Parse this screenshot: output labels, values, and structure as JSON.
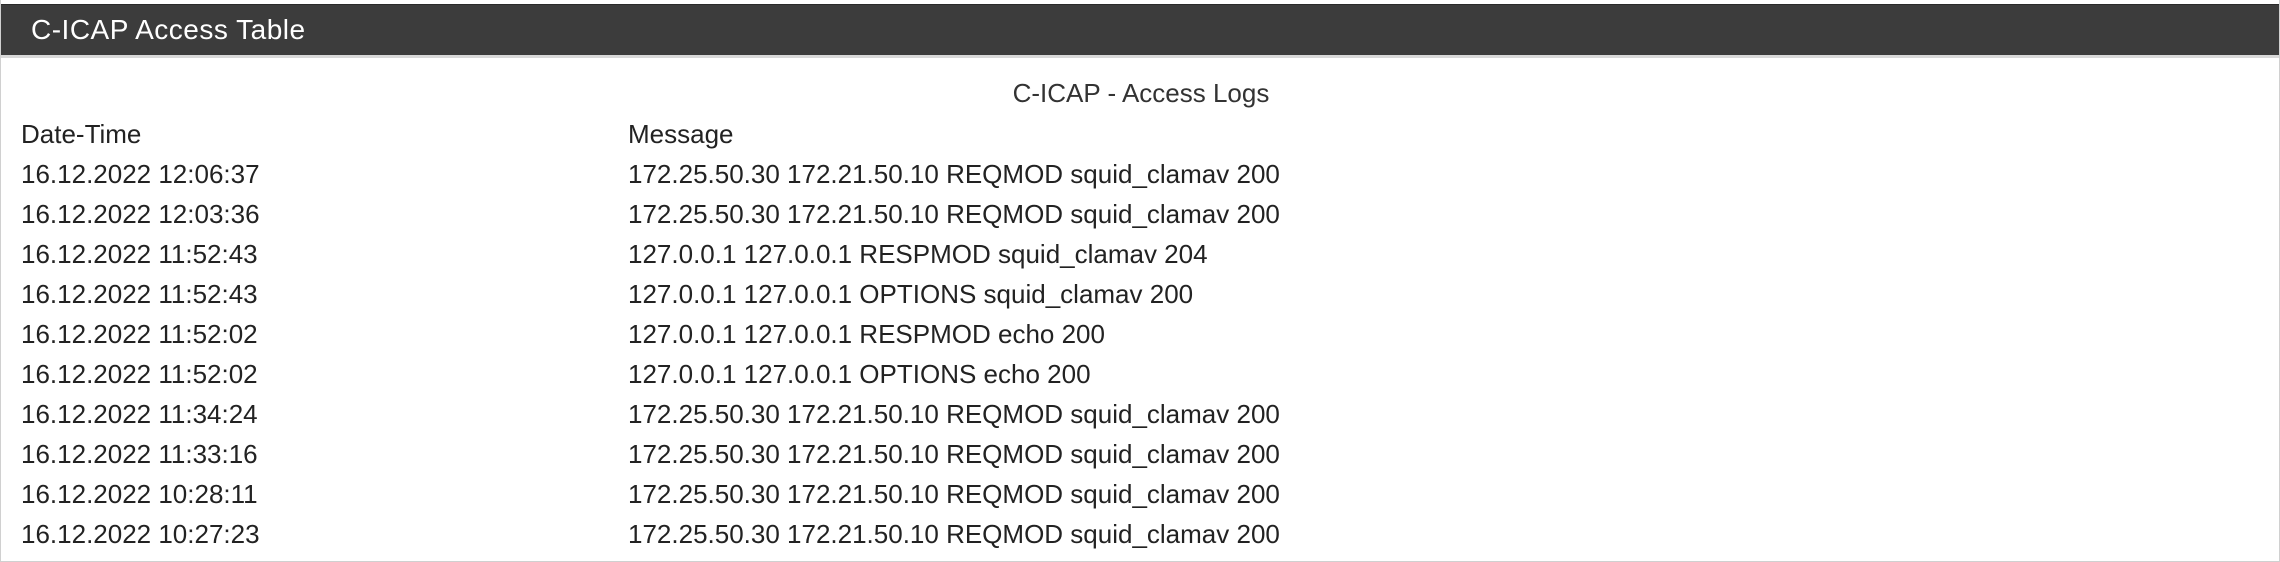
{
  "panel": {
    "title": "C-ICAP Access Table"
  },
  "log": {
    "title": "C-ICAP - Access Logs",
    "columns": [
      "Date-Time",
      "Message"
    ],
    "rows": [
      {
        "datetime": "16.12.2022 12:06:37",
        "message": "172.25.50.30 172.21.50.10 REQMOD squid_clamav 200"
      },
      {
        "datetime": "16.12.2022 12:03:36",
        "message": "172.25.50.30 172.21.50.10 REQMOD squid_clamav 200"
      },
      {
        "datetime": "16.12.2022 11:52:43",
        "message": "127.0.0.1 127.0.0.1 RESPMOD squid_clamav 204"
      },
      {
        "datetime": "16.12.2022 11:52:43",
        "message": "127.0.0.1 127.0.0.1 OPTIONS squid_clamav 200"
      },
      {
        "datetime": "16.12.2022 11:52:02",
        "message": "127.0.0.1 127.0.0.1 RESPMOD echo 200"
      },
      {
        "datetime": "16.12.2022 11:52:02",
        "message": "127.0.0.1 127.0.0.1 OPTIONS echo 200"
      },
      {
        "datetime": "16.12.2022 11:34:24",
        "message": "172.25.50.30 172.21.50.10 REQMOD squid_clamav 200"
      },
      {
        "datetime": "16.12.2022 11:33:16",
        "message": "172.25.50.30 172.21.50.10 REQMOD squid_clamav 200"
      },
      {
        "datetime": "16.12.2022 10:28:11",
        "message": "172.25.50.30 172.21.50.10 REQMOD squid_clamav 200"
      },
      {
        "datetime": "16.12.2022 10:27:23",
        "message": "172.25.50.30 172.21.50.10 REQMOD squid_clamav 200"
      }
    ]
  },
  "colors": {
    "header_bg": "#3c3c3c",
    "header_text": "#ffffff",
    "body_text": "#222222"
  }
}
